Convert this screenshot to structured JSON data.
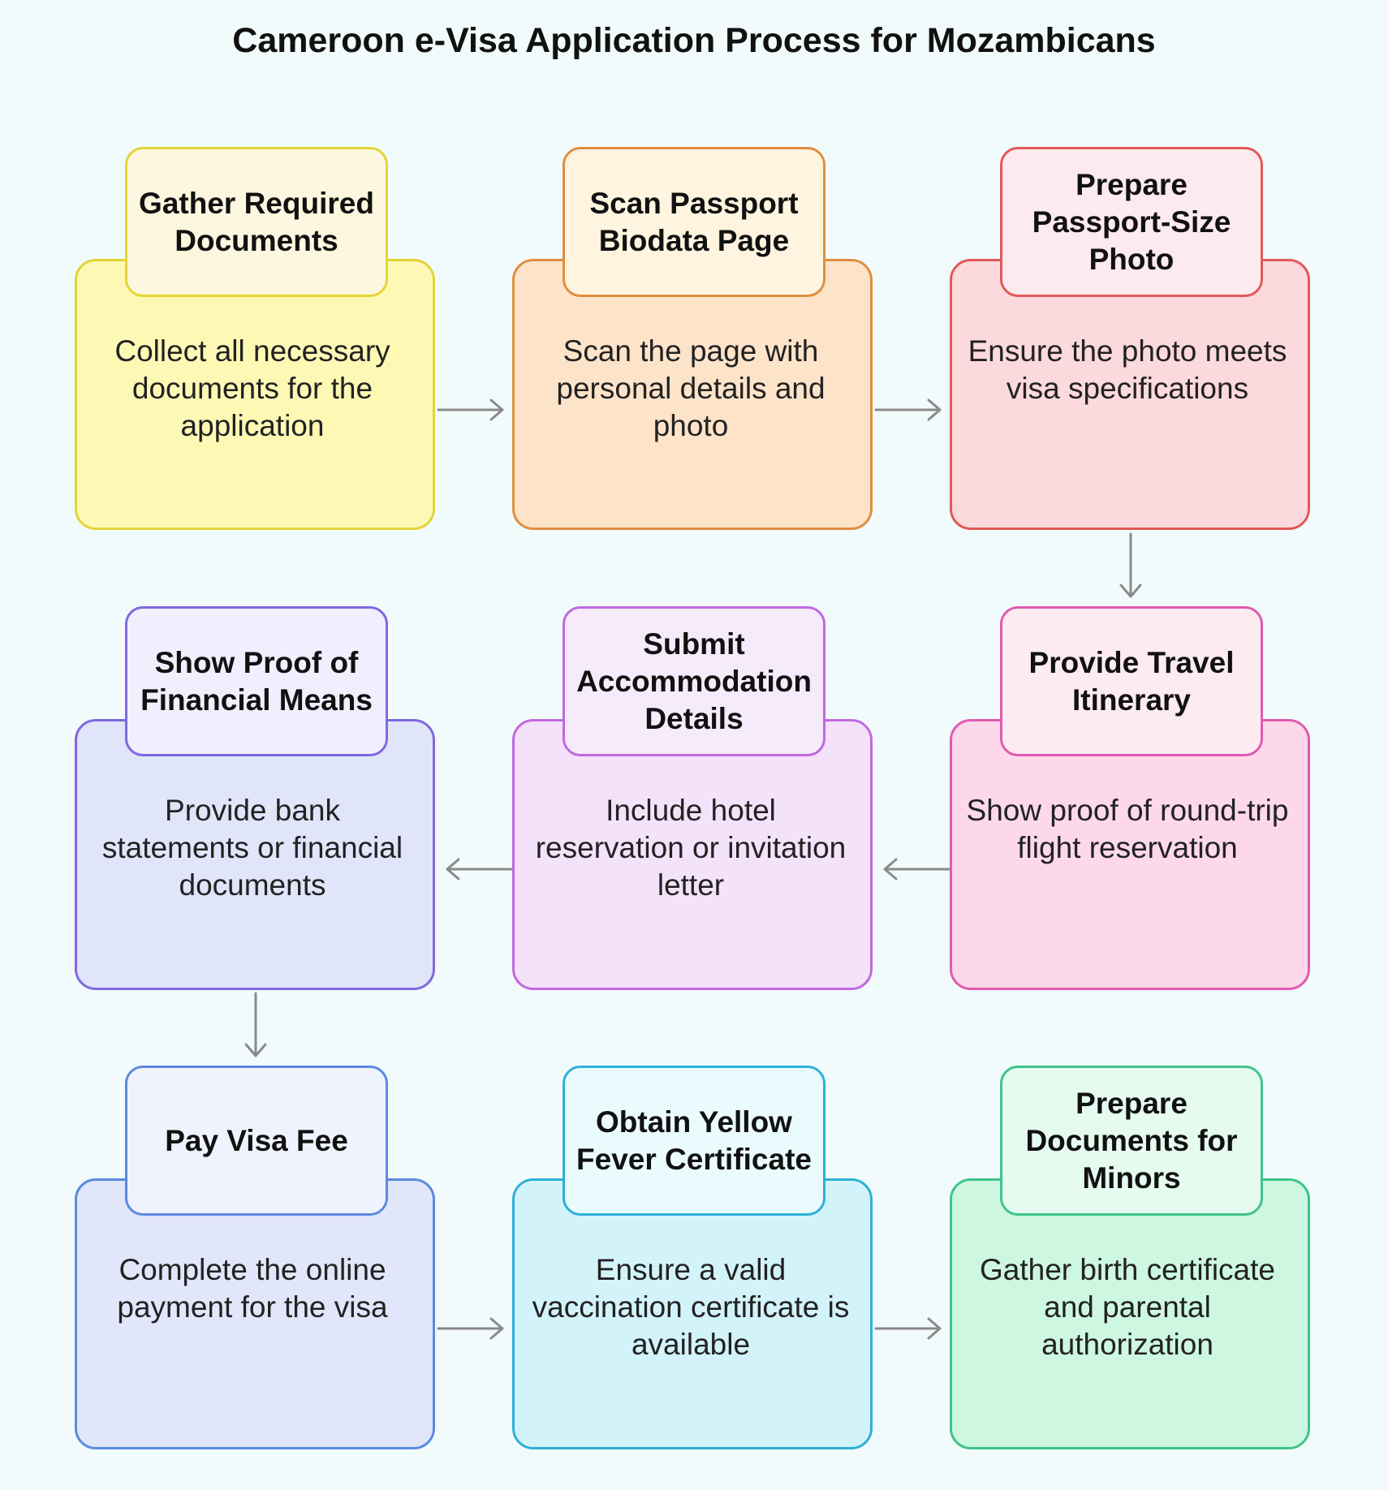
{
  "title": "Cameroon e-Visa Application Process for Mozambicans",
  "steps": [
    {
      "title": "Gather Required Documents",
      "description": "Collect all necessary documents for the application",
      "card_bg": "#fdf9b5",
      "header_bg": "#fef7df",
      "border": "#e3d437"
    },
    {
      "title": "Scan Passport Biodata Page",
      "description": "Scan the page with personal details and photo",
      "card_bg": "#fde4c9",
      "header_bg": "#fef4df",
      "border": "#e08e3f"
    },
    {
      "title": "Prepare Passport-Size Photo",
      "description": "Ensure the photo meets visa specifications",
      "card_bg": "#fcd9dc",
      "header_bg": "#fdeaee",
      "border": "#e25858"
    },
    {
      "title": "Show Proof of Financial Means",
      "description": "Provide bank statements or financial documents",
      "card_bg": "#e0e5fa",
      "header_bg": "#efeffd",
      "border": "#8168e0"
    },
    {
      "title": "Submit Accommodation Details",
      "description": "Include hotel reservation or invitation letter",
      "card_bg": "#f4e1fa",
      "header_bg": "#f5ebfb",
      "border": "#c169e0"
    },
    {
      "title": "Provide Travel Itinerary",
      "description": "Show proof of round-trip flight reservation",
      "card_bg": "#fcd8ea",
      "header_bg": "#fcebf1",
      "border": "#e05ab0"
    },
    {
      "title": "Pay Visa Fee",
      "description": "Complete the online payment for the visa",
      "card_bg": "#e1e6fa",
      "header_bg": "#eff3fd",
      "border": "#5b8ae0"
    },
    {
      "title": "Obtain Yellow Fever Certificate",
      "description": "Ensure a valid vaccination certificate is available",
      "card_bg": "#d3f3fb",
      "header_bg": "#eafbfd",
      "border": "#2eb0d8"
    },
    {
      "title": "Prepare Documents for Minors",
      "description": "Gather birth certificate and parental authorization",
      "card_bg": "#cdf7e0",
      "header_bg": "#e6fbef",
      "border": "#3fc48a"
    }
  ]
}
